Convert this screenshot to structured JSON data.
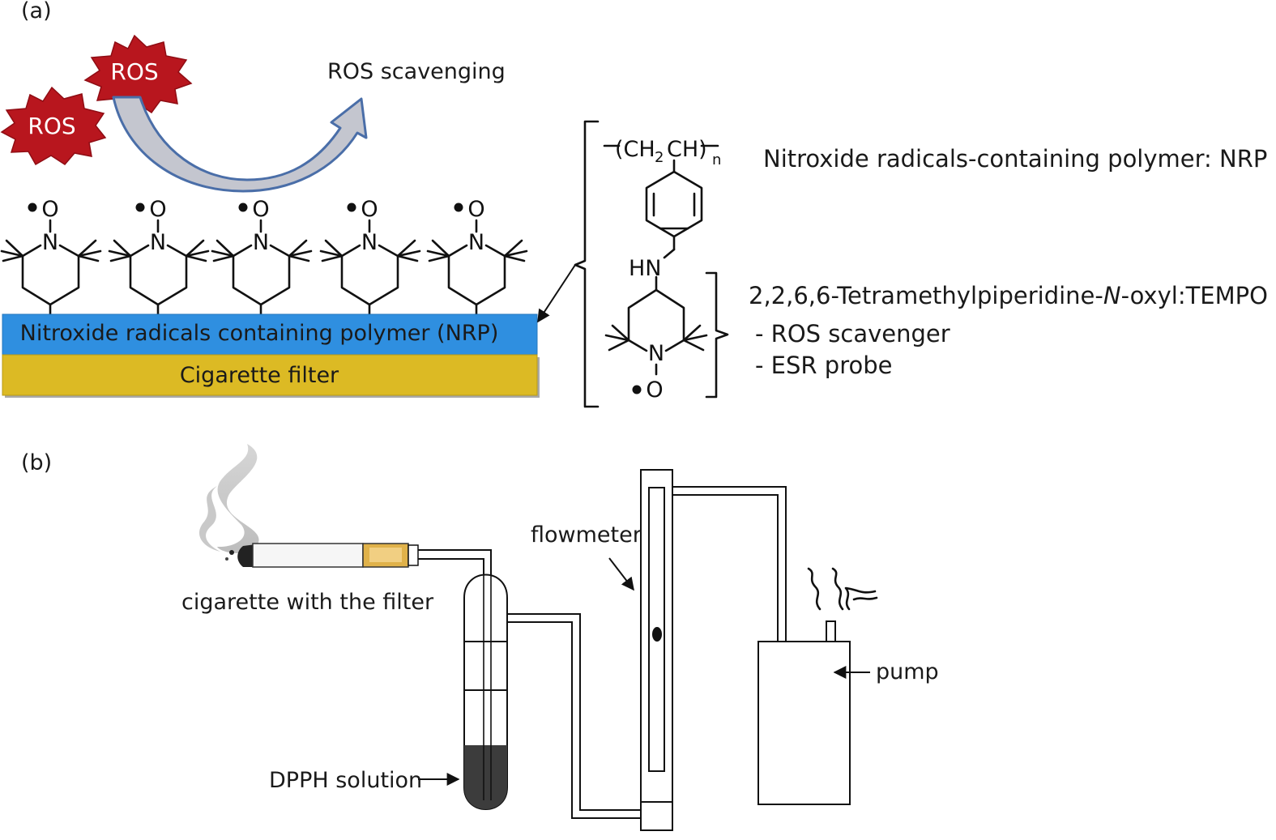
{
  "panel_a": {
    "label": "(a)",
    "ros_badges": [
      "ROS",
      "ROS"
    ],
    "scavenging_label": "ROS scavenging",
    "nrp_layer_label": "Nitroxide radicals containing polymer (NRP)",
    "filter_layer_label": "Cigarette filter",
    "unit_atoms": {
      "oxygen": "O",
      "nitrogen": "N"
    },
    "unit_count": 5,
    "polymer_formula": {
      "open": "(CH",
      "sub": "2",
      "close": "CH)",
      "repeat": "n"
    },
    "amine": "HN",
    "polymer_title": "Nitroxide radicals-containing polymer: NRP",
    "tempo": {
      "prefix": "2,2,6,6-Tetramethylpiperidine-",
      "italic": "N",
      "suffix": "-oxyl:TEMPO",
      "items": [
        "- ROS scavenger",
        "- ESR probe"
      ]
    },
    "colors": {
      "ros": "#b8161e",
      "nrp": "#2f8fe0",
      "filter": "#dcba24",
      "arrow": "#4a6ea8"
    }
  },
  "panel_b": {
    "label": "(b)",
    "cigarette_label": "cigarette with the filter",
    "flowmeter_label": "flowmeter",
    "pump_label": "pump",
    "dpph_label": "DPPH solution"
  }
}
